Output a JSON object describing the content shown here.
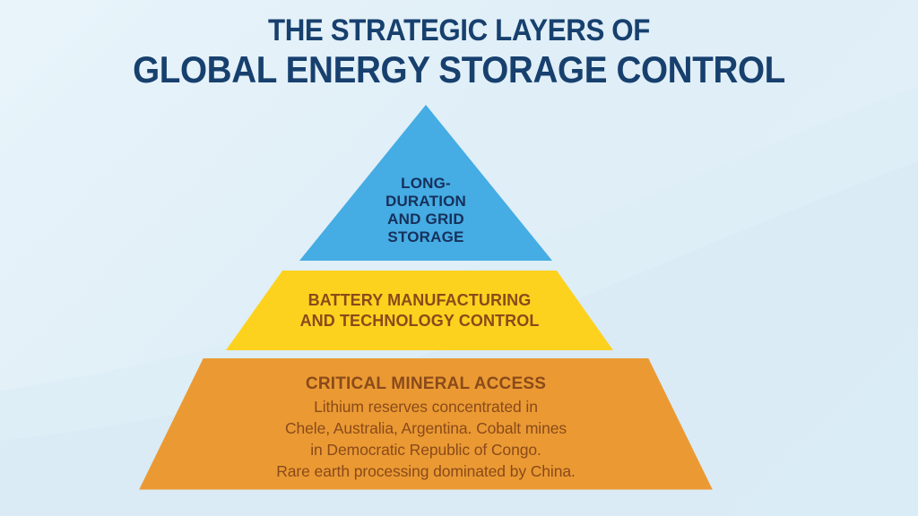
{
  "background": {
    "color_top": "#e9f4fa",
    "color_bottom": "#e4f1f8",
    "wave_color": "#dceef8"
  },
  "title": {
    "line1": "THE STRATEGIC LAYERS OF",
    "line2": "GLOBAL ENERGY STORAGE CONTROL",
    "color": "#17406e"
  },
  "pyramid": {
    "tiers": [
      {
        "id": "long-duration-and-grid-storage",
        "position": "top",
        "shape": "triangle",
        "fill": "#45ace4",
        "text_color": "#16305a",
        "title_lines": [
          "LONG-",
          "DURATION",
          "AND GRID",
          "STORAGE"
        ],
        "body_lines": []
      },
      {
        "id": "battery-manufacturing-and-technology-control",
        "position": "middle",
        "shape": "trapezoid",
        "fill": "#fdd21e",
        "text_color": "#8a4a1a",
        "title_lines": [
          "BATTERY MANUFACTURING",
          "AND TECHNOLOGY CONTROL"
        ],
        "body_lines": []
      },
      {
        "id": "critical-mineral-access",
        "position": "bottom",
        "shape": "trapezoid",
        "fill": "#eb9a33",
        "text_color": "#8a4a1a",
        "title_lines": [
          "CRITICAL MINERAL ACCESS"
        ],
        "body_lines": [
          "Lithium reserves concentrated in",
          "Chele, Australia, Argentina. Cobalt mines",
          "in Democratic Republic of Congo.",
          "Rare earth processing dominated by China."
        ]
      }
    ]
  }
}
